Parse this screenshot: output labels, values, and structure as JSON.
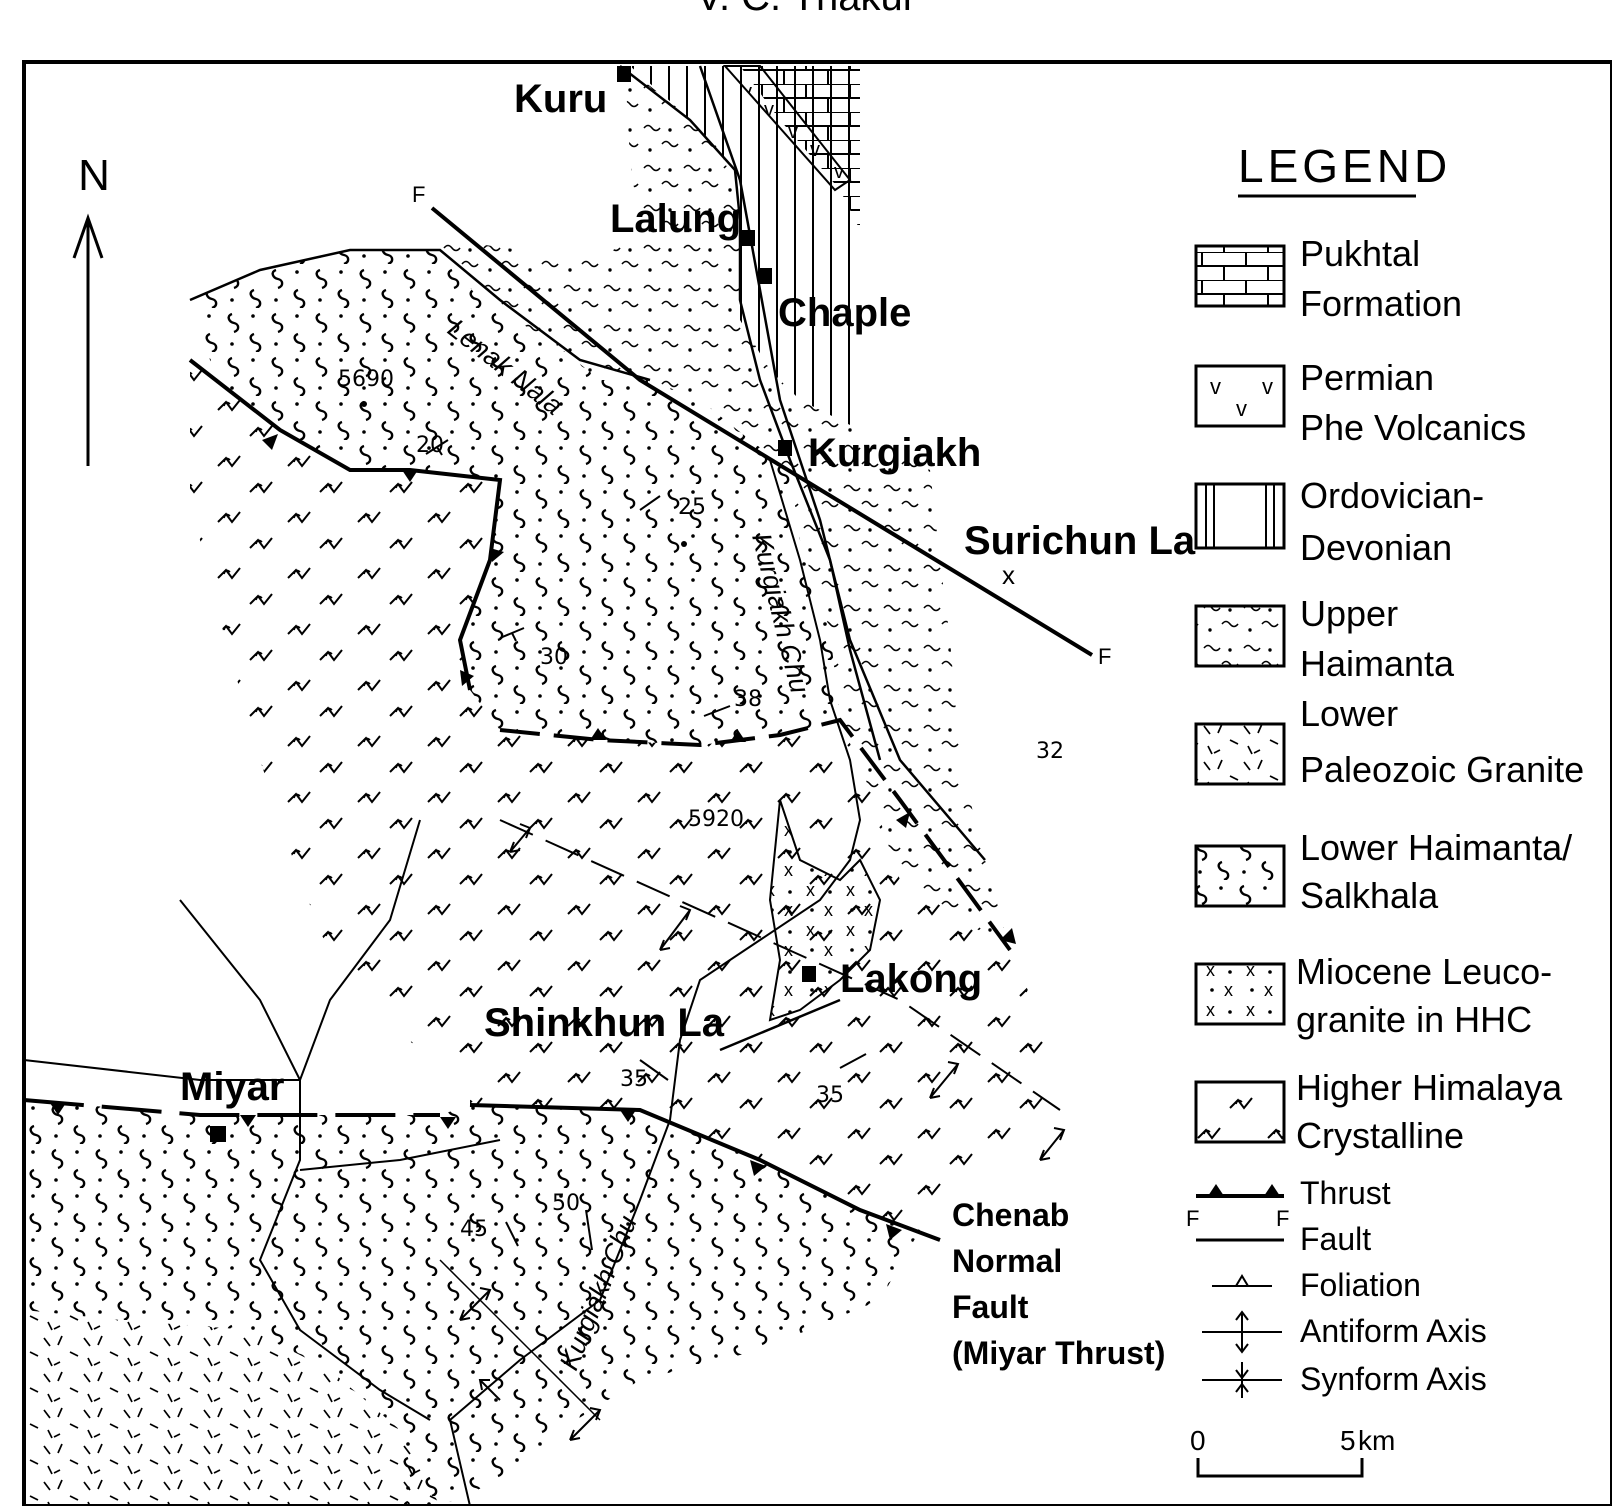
{
  "header": {
    "partial_text": "V. C. Thakur"
  },
  "north_arrow": {
    "label": "N"
  },
  "places": {
    "kuru": "Kuru",
    "lalung": "Lalung",
    "chaple": "Chaple",
    "kurgiakh": "Kurgiakh",
    "surichun_la": "Surichun La",
    "lakong": "Lakong",
    "shinkhun_la": "Shinkhun La",
    "miyar": "Miyar"
  },
  "rivers": {
    "lenak_nala": "Lenak Nala",
    "kurgiakh_chu_upper": "Kurgiakh Chu",
    "kurgiakh_chu_lower": "Kurgiakh Chu"
  },
  "elevations": {
    "e5690": "5690",
    "e5920": "5920"
  },
  "dips": {
    "d20": "20",
    "d25": "25",
    "d30": "30",
    "d38": "38",
    "d32": "32",
    "d35a": "35",
    "d35b": "35",
    "d45": "45",
    "d50": "50"
  },
  "fault_letter": "F",
  "annotation": {
    "line1": "Chenab",
    "line2": "Normal",
    "line3": "Fault",
    "line4": "(Miyar Thrust)"
  },
  "legend": {
    "title": "LEGEND",
    "items": [
      {
        "lines": [
          "Pukhtal",
          "Formation"
        ],
        "pattern": "brick"
      },
      {
        "lines": [
          "Permian",
          "Phe Volcanics"
        ],
        "pattern": "v-marks"
      },
      {
        "lines": [
          "Ordovician-",
          "Devonian"
        ],
        "pattern": "vertical-lines"
      },
      {
        "lines": [
          "Upper",
          "Haimanta"
        ],
        "pattern": "wavy-dots"
      },
      {
        "lines": [
          "Lower",
          "Paleozoic Granite"
        ],
        "pattern": "dashes"
      },
      {
        "lines": [
          "Lower Haimanta/",
          "Salkhala"
        ],
        "pattern": "s-marks"
      },
      {
        "lines": [
          "Miocene Leuco-",
          "granite in HHC"
        ],
        "pattern": "x-dots"
      },
      {
        "lines": [
          "Higher Himalaya",
          "Crystalline"
        ],
        "pattern": "swirl-marks"
      }
    ],
    "symbols": {
      "thrust": "Thrust",
      "fault": "Fault",
      "fault_end_left": "F",
      "fault_end_right": "F",
      "foliation": "Foliation",
      "antiform": "Antiform Axis",
      "synform": "Synform Axis"
    },
    "scale": {
      "start": "0",
      "end": "5",
      "unit": "km"
    }
  },
  "colors": {
    "ink": "#000000",
    "paper": "#ffffff"
  }
}
